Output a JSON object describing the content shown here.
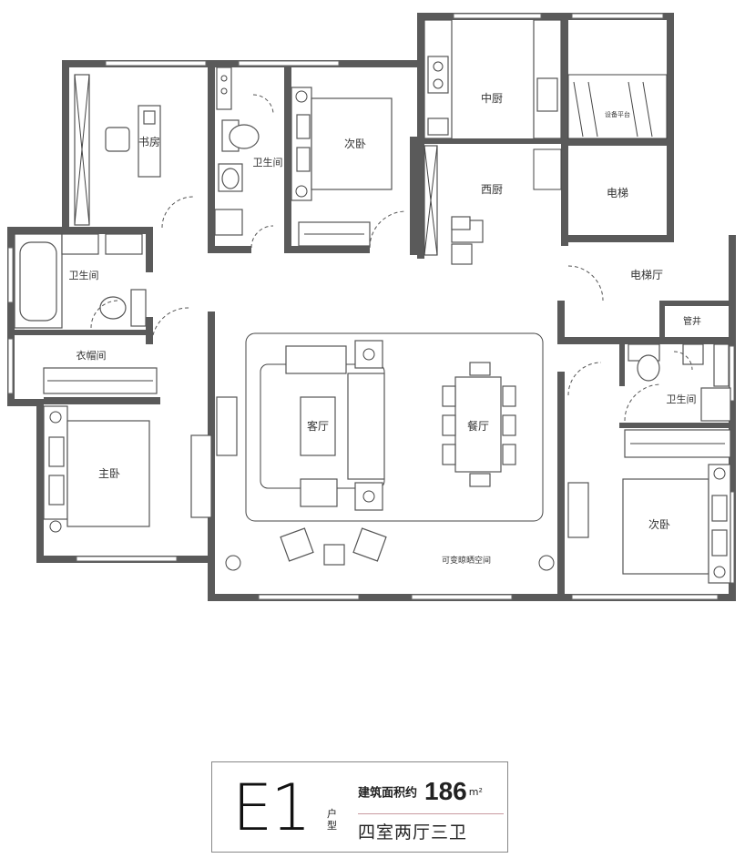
{
  "floor_plan": {
    "rooms": {
      "study": "书房",
      "bath_north": "卫生间",
      "bedroom_north": "次卧",
      "chinese_kitchen": "中厨",
      "equipment_platform": "设备平台",
      "western_kitchen": "西厨",
      "elevator": "电梯",
      "elevator_hall": "电梯厅",
      "pipe_shaft": "管井",
      "bath_west": "卫生间",
      "walk_in_closet": "衣帽间",
      "living_room": "客厅",
      "dining_room": "餐厅",
      "master_bedroom": "主卧",
      "bath_east": "卫生间",
      "bedroom_east": "次卧",
      "sunroom": "可变晾晒空间"
    }
  },
  "info": {
    "unit_code": "E1",
    "unit_type_label": "户型",
    "area_label": "建筑面积约",
    "area_value": "186",
    "area_unit": "m²",
    "layout_desc": "四室两厅三卫"
  }
}
